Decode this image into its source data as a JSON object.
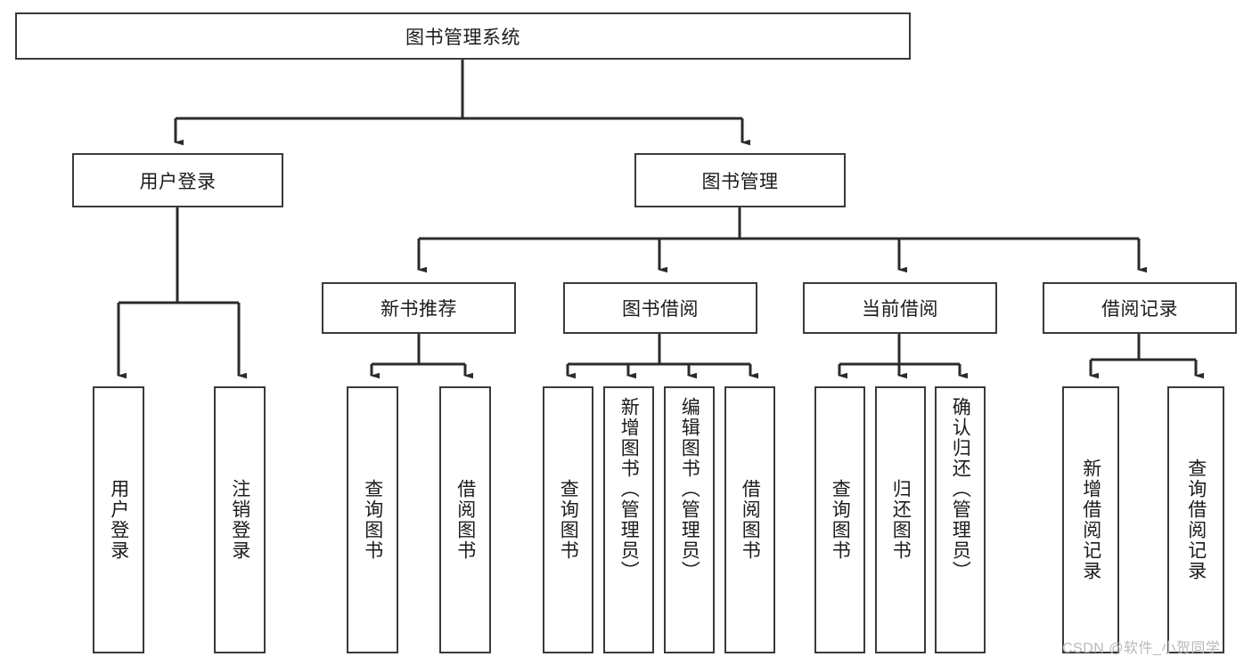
{
  "diagram": {
    "type": "tree-hierarchy",
    "title": "图书管理系统",
    "background_color": "#ffffff",
    "box_border_color": "#3a3a3a",
    "box_fill_color": "#ffffff",
    "connector_color": "#2b2b2b",
    "root": {
      "label": "图书管理系统",
      "children": [
        {
          "label": "用户登录",
          "children": [
            {
              "label": "用户登录"
            },
            {
              "label": "注销登录"
            }
          ]
        },
        {
          "label": "图书管理",
          "children": [
            {
              "label": "新书推荐",
              "children": [
                {
                  "label": "查询图书"
                },
                {
                  "label": "借阅图书"
                }
              ]
            },
            {
              "label": "图书借阅",
              "children": [
                {
                  "label": "查询图书"
                },
                {
                  "label": "新增图书（管理员）"
                },
                {
                  "label": "编辑图书（管理员）"
                },
                {
                  "label": "借阅图书"
                }
              ]
            },
            {
              "label": "当前借阅",
              "children": [
                {
                  "label": "查询图书"
                },
                {
                  "label": "归还图书"
                },
                {
                  "label": "确认归还（管理员）"
                }
              ]
            },
            {
              "label": "借阅记录",
              "children": [
                {
                  "label": "新增借阅记录"
                },
                {
                  "label": "查询借阅记录"
                }
              ]
            }
          ]
        }
      ]
    }
  },
  "nodes": {
    "root": "图书管理系统",
    "l1_user_login": "用户登录",
    "l1_book_manage": "图书管理",
    "l2_new_book_rec": "新书推荐",
    "l2_book_borrow": "图书借阅",
    "l2_current_borrow": "当前借阅",
    "l2_borrow_record": "借阅记录",
    "leaf_user_login": "用户登录",
    "leaf_logout": "注销登录",
    "leaf_query_book_a": "查询图书",
    "leaf_borrow_book_a": "借阅图书",
    "leaf_query_book_b": "查询图书",
    "leaf_add_book_admin": "新增图书（管理员）",
    "leaf_edit_book_admin": "编辑图书（管理员）",
    "leaf_borrow_book_b": "借阅图书",
    "leaf_query_book_c": "查询图书",
    "leaf_return_book": "归还图书",
    "leaf_confirm_return_admin": "确认归还（管理员）",
    "leaf_add_record": "新增借阅记录",
    "leaf_query_record": "查询借阅记录"
  },
  "watermark": {
    "text": "CSDN @软件_小贺同学",
    "color": "#b9b9b9"
  }
}
